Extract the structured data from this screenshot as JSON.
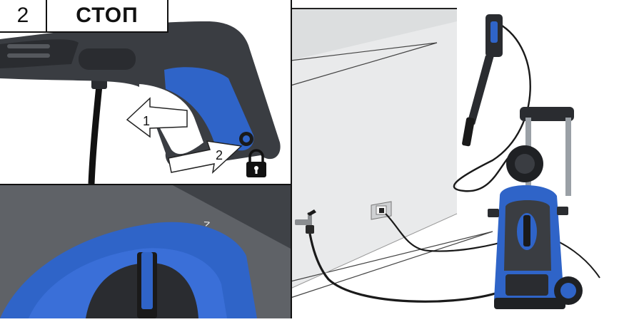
{
  "header": {
    "step_number": "2",
    "step_title": "СТОП"
  },
  "callouts": {
    "arrow_1": "1",
    "arrow_2": "2"
  },
  "colors": {
    "accent_blue": "#2f64c8",
    "dark_body": "#3a3d42",
    "wall": "#e9eaeb"
  },
  "icons": [
    "lock-icon",
    "wall-socket-icon",
    "water-tap-icon"
  ]
}
